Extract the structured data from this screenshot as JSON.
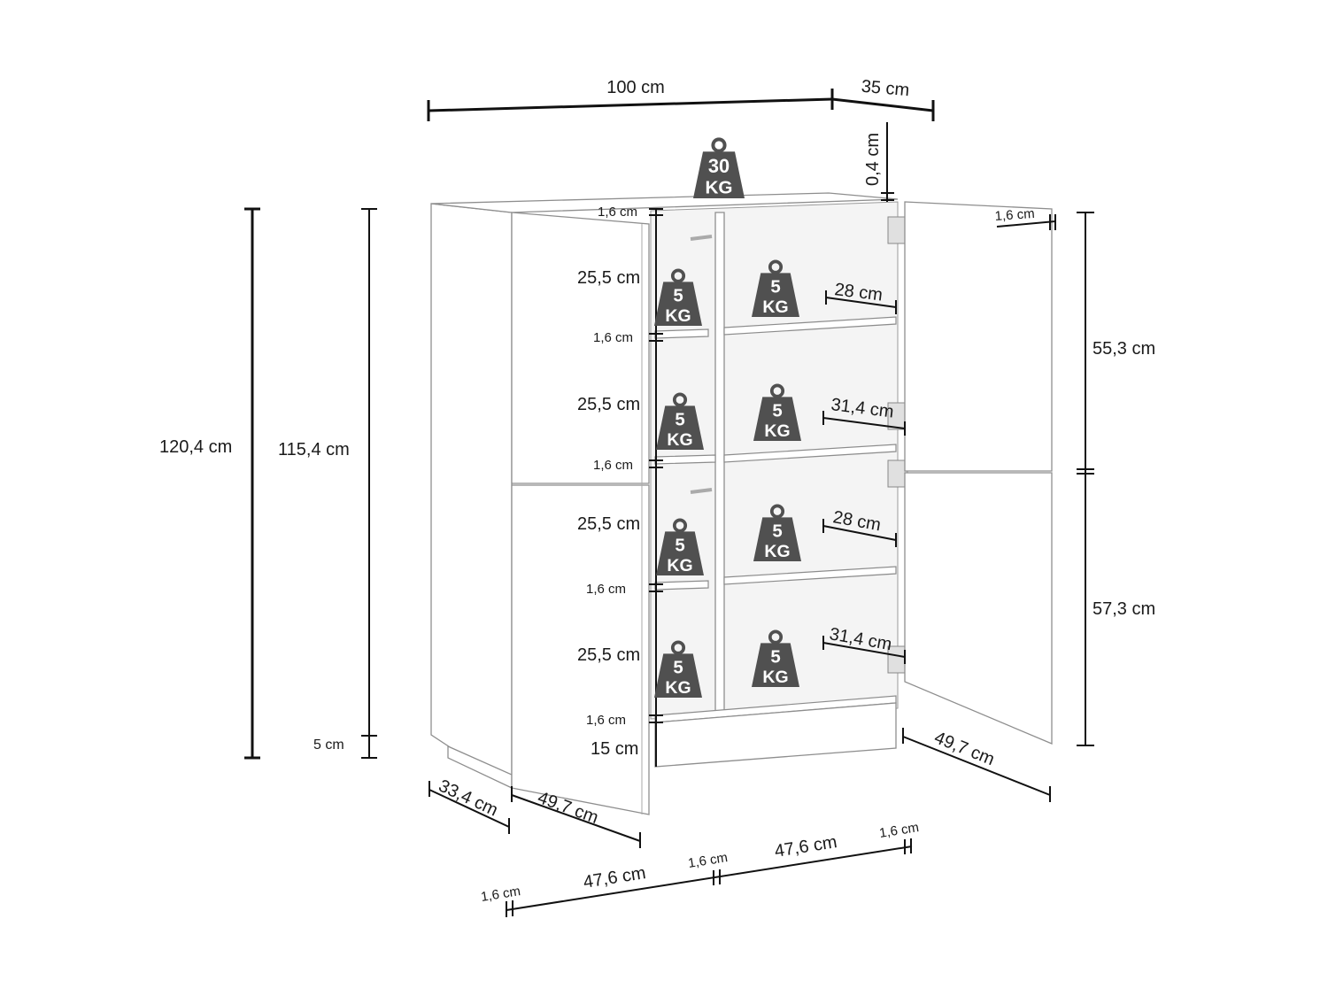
{
  "dimensions": {
    "width_top": "100 cm",
    "depth_top": "35 cm",
    "top_thickness": "0,4 cm",
    "total_height": "120,4 cm",
    "body_height": "115,4 cm",
    "plinth_height": "5 cm",
    "left_depth": "33,4 cm",
    "door_left_width": "49,7 cm",
    "door_right_width": "49,7 cm",
    "upper_door_height": "55,3 cm",
    "lower_door_height": "57,3 cm",
    "door_thickness": "1,6 cm",
    "compartment_heights": [
      "25,5 cm",
      "25,5 cm",
      "25,5 cm",
      "25,5 cm"
    ],
    "shelf_thickness_labels": [
      "1,6 cm",
      "1,6 cm",
      "1,6 cm",
      "1,6 cm",
      "1,6 cm"
    ],
    "base_height": "15 cm",
    "shelf_depths": [
      "28 cm",
      "31,4 cm",
      "28 cm",
      "31,4 cm"
    ],
    "bottom_widths": {
      "side_left": "1,6 cm",
      "inner_left": "47,6 cm",
      "middle": "1,6 cm",
      "inner_right": "47,6 cm",
      "side_right": "1,6 cm"
    }
  },
  "weights": {
    "top": {
      "number": "30",
      "unit": "KG"
    },
    "shelves": [
      {
        "number": "5",
        "unit": "KG"
      },
      {
        "number": "5",
        "unit": "KG"
      },
      {
        "number": "5",
        "unit": "KG"
      },
      {
        "number": "5",
        "unit": "KG"
      },
      {
        "number": "5",
        "unit": "KG"
      },
      {
        "number": "5",
        "unit": "KG"
      },
      {
        "number": "5",
        "unit": "KG"
      },
      {
        "number": "5",
        "unit": "KG"
      }
    ]
  },
  "colors": {
    "weight_icon": "#505050",
    "dimension_line": "#111111",
    "cabinet": "#ffffff"
  }
}
